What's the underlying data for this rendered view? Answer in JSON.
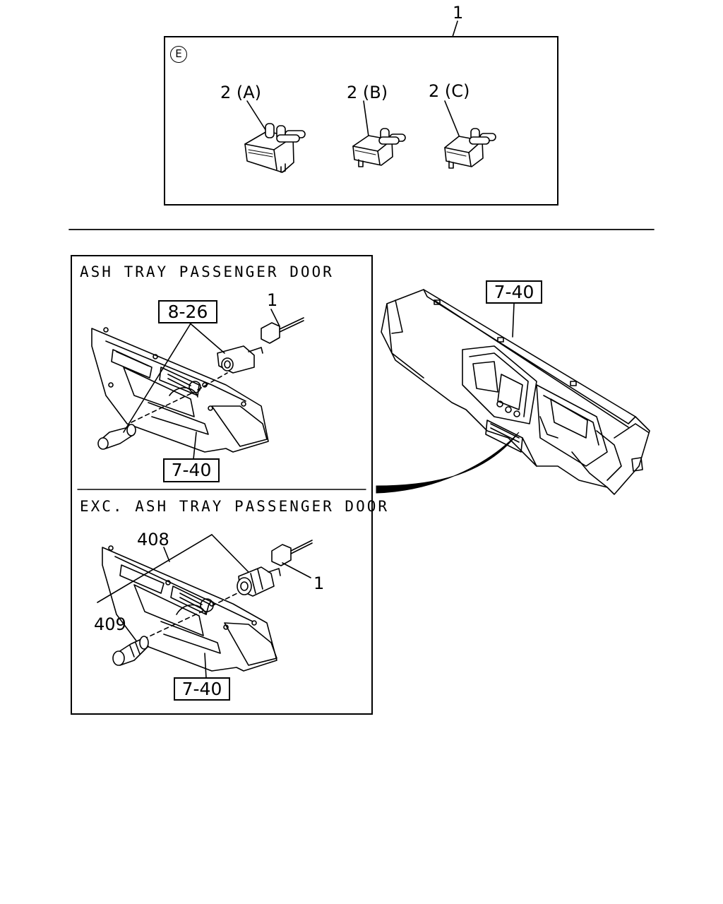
{
  "diagram": {
    "top_callout": "1",
    "relay_group": {
      "circle_marker": "E",
      "relays": [
        {
          "label": "2 (A)"
        },
        {
          "label": "2 (B)"
        },
        {
          "label": "2 (C)"
        }
      ]
    },
    "panel_ash_tray": {
      "title": "ASH TRAY PASSENGER DOOR",
      "callout_ref_top": "8-26",
      "callout_item": "1",
      "callout_ref_bottom": "7-40"
    },
    "panel_exc_ash_tray": {
      "title": "EXC. ASH TRAY PASSENGER DOOR",
      "callout_408": "408",
      "callout_409": "409",
      "callout_item": "1",
      "callout_ref_bottom": "7-40"
    },
    "dashboard": {
      "callout_ref": "7-40"
    }
  }
}
